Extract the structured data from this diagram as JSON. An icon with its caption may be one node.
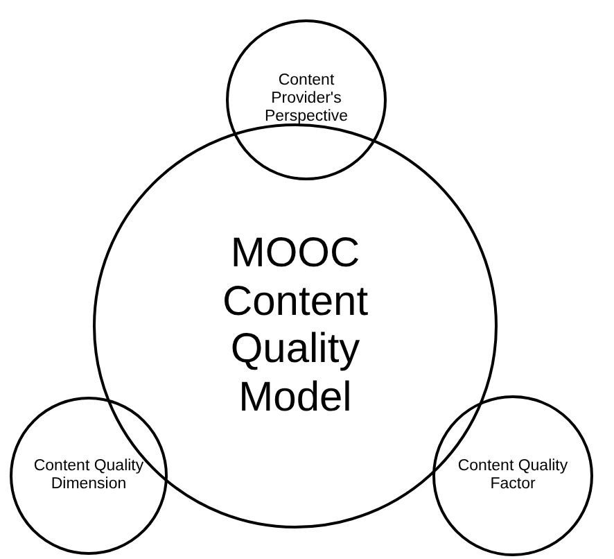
{
  "diagram": {
    "nodes": [
      {
        "text": [
          "Content Provider's Perspective"
        ]
      },
      {
        "text": [
          "MOOC Content Quality Model"
        ]
      },
      {
        "text": [
          "Content Quality Dimension"
        ]
      },
      {
        "text": [
          "Content Quality Factor"
        ]
      }
    ]
  }
}
